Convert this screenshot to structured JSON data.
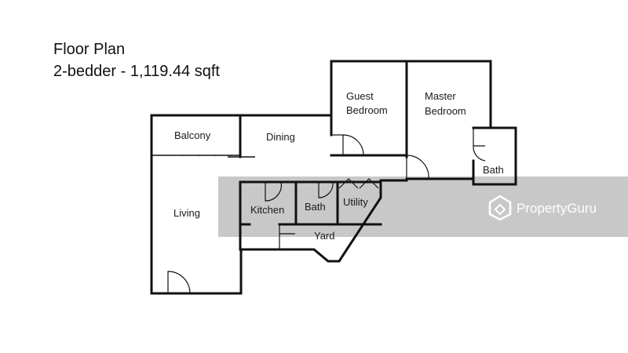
{
  "header": {
    "title": "Floor Plan",
    "subtitle": "2-bedder - 1,119.44 sqft"
  },
  "rooms": {
    "guest_bedroom": [
      "Guest",
      "Bedroom"
    ],
    "master_bedroom": [
      "Master",
      "Bedroom"
    ],
    "balcony": "Balcony",
    "dining": "Dining",
    "living": "Living",
    "kitchen": "Kitchen",
    "bath_common": "Bath",
    "utility": "Utility",
    "yard": "Yard",
    "bath_master": "Bath"
  },
  "watermark": {
    "brand": "PropertyGuru",
    "icon": "propertyguru-logo-icon"
  }
}
